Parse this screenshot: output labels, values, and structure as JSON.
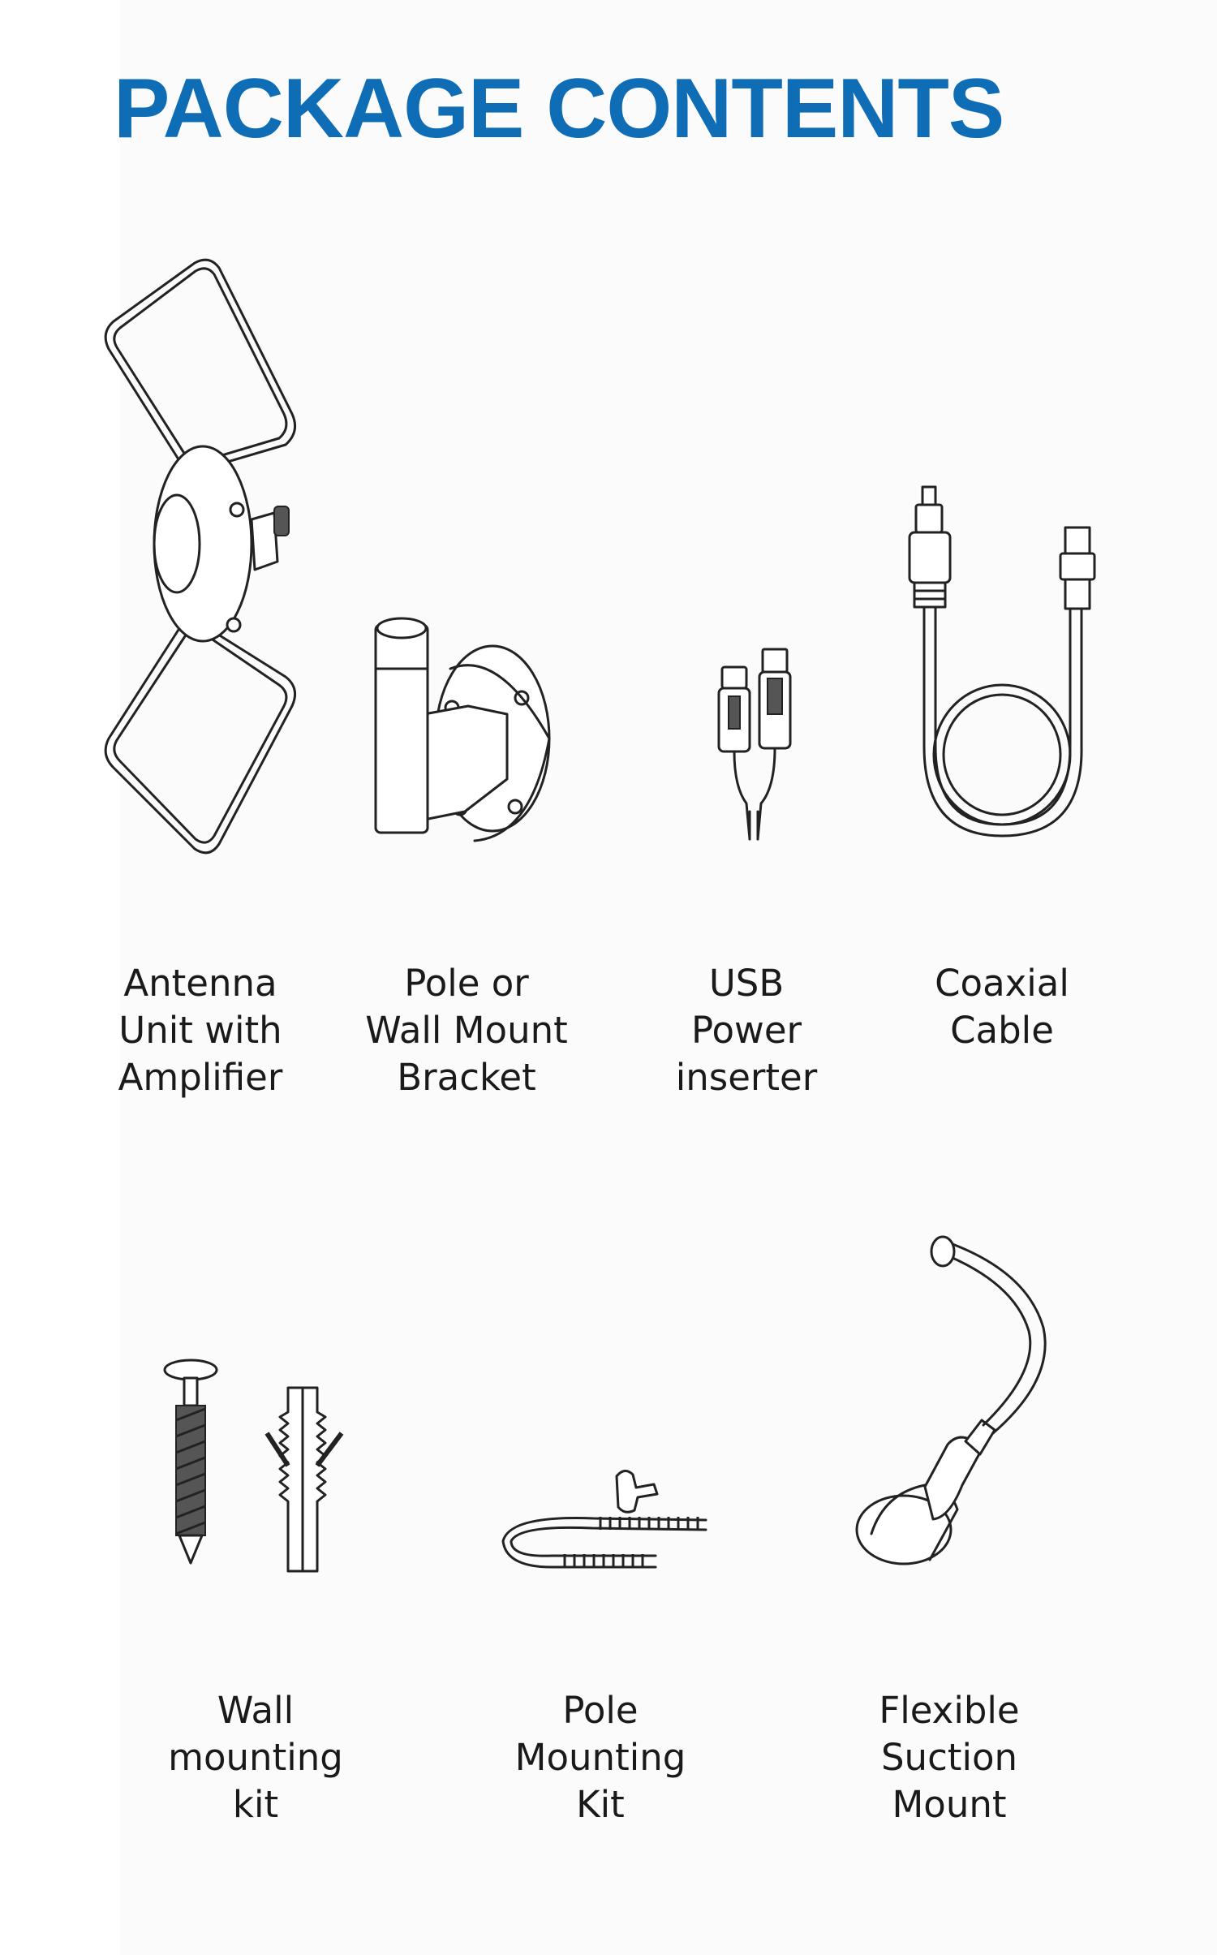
{
  "header": {
    "title": "PACKAGE CONTENTS"
  },
  "items": [
    {
      "icon": "antenna-unit-icon",
      "lines": [
        "Antenna",
        "Unit with",
        "Amplifier"
      ]
    },
    {
      "icon": "mount-bracket-icon",
      "lines": [
        "Pole or",
        "Wall Mount",
        "Bracket"
      ]
    },
    {
      "icon": "usb-power-inserter-icon",
      "lines": [
        "USB",
        "Power",
        "inserter"
      ]
    },
    {
      "icon": "coaxial-cable-icon",
      "lines": [
        "Coaxial",
        "Cable"
      ]
    },
    {
      "icon": "wall-mounting-kit-icon",
      "lines": [
        "Wall",
        "mounting",
        "kit"
      ]
    },
    {
      "icon": "pole-mounting-kit-icon",
      "lines": [
        "Pole",
        "Mounting",
        "Kit"
      ]
    },
    {
      "icon": "suction-mount-icon",
      "lines": [
        "Flexible",
        "Suction",
        "Mount"
      ]
    }
  ],
  "colors": {
    "title": "#0f6db5",
    "text": "#1a1a1a",
    "panel": "#fbfbfc"
  }
}
